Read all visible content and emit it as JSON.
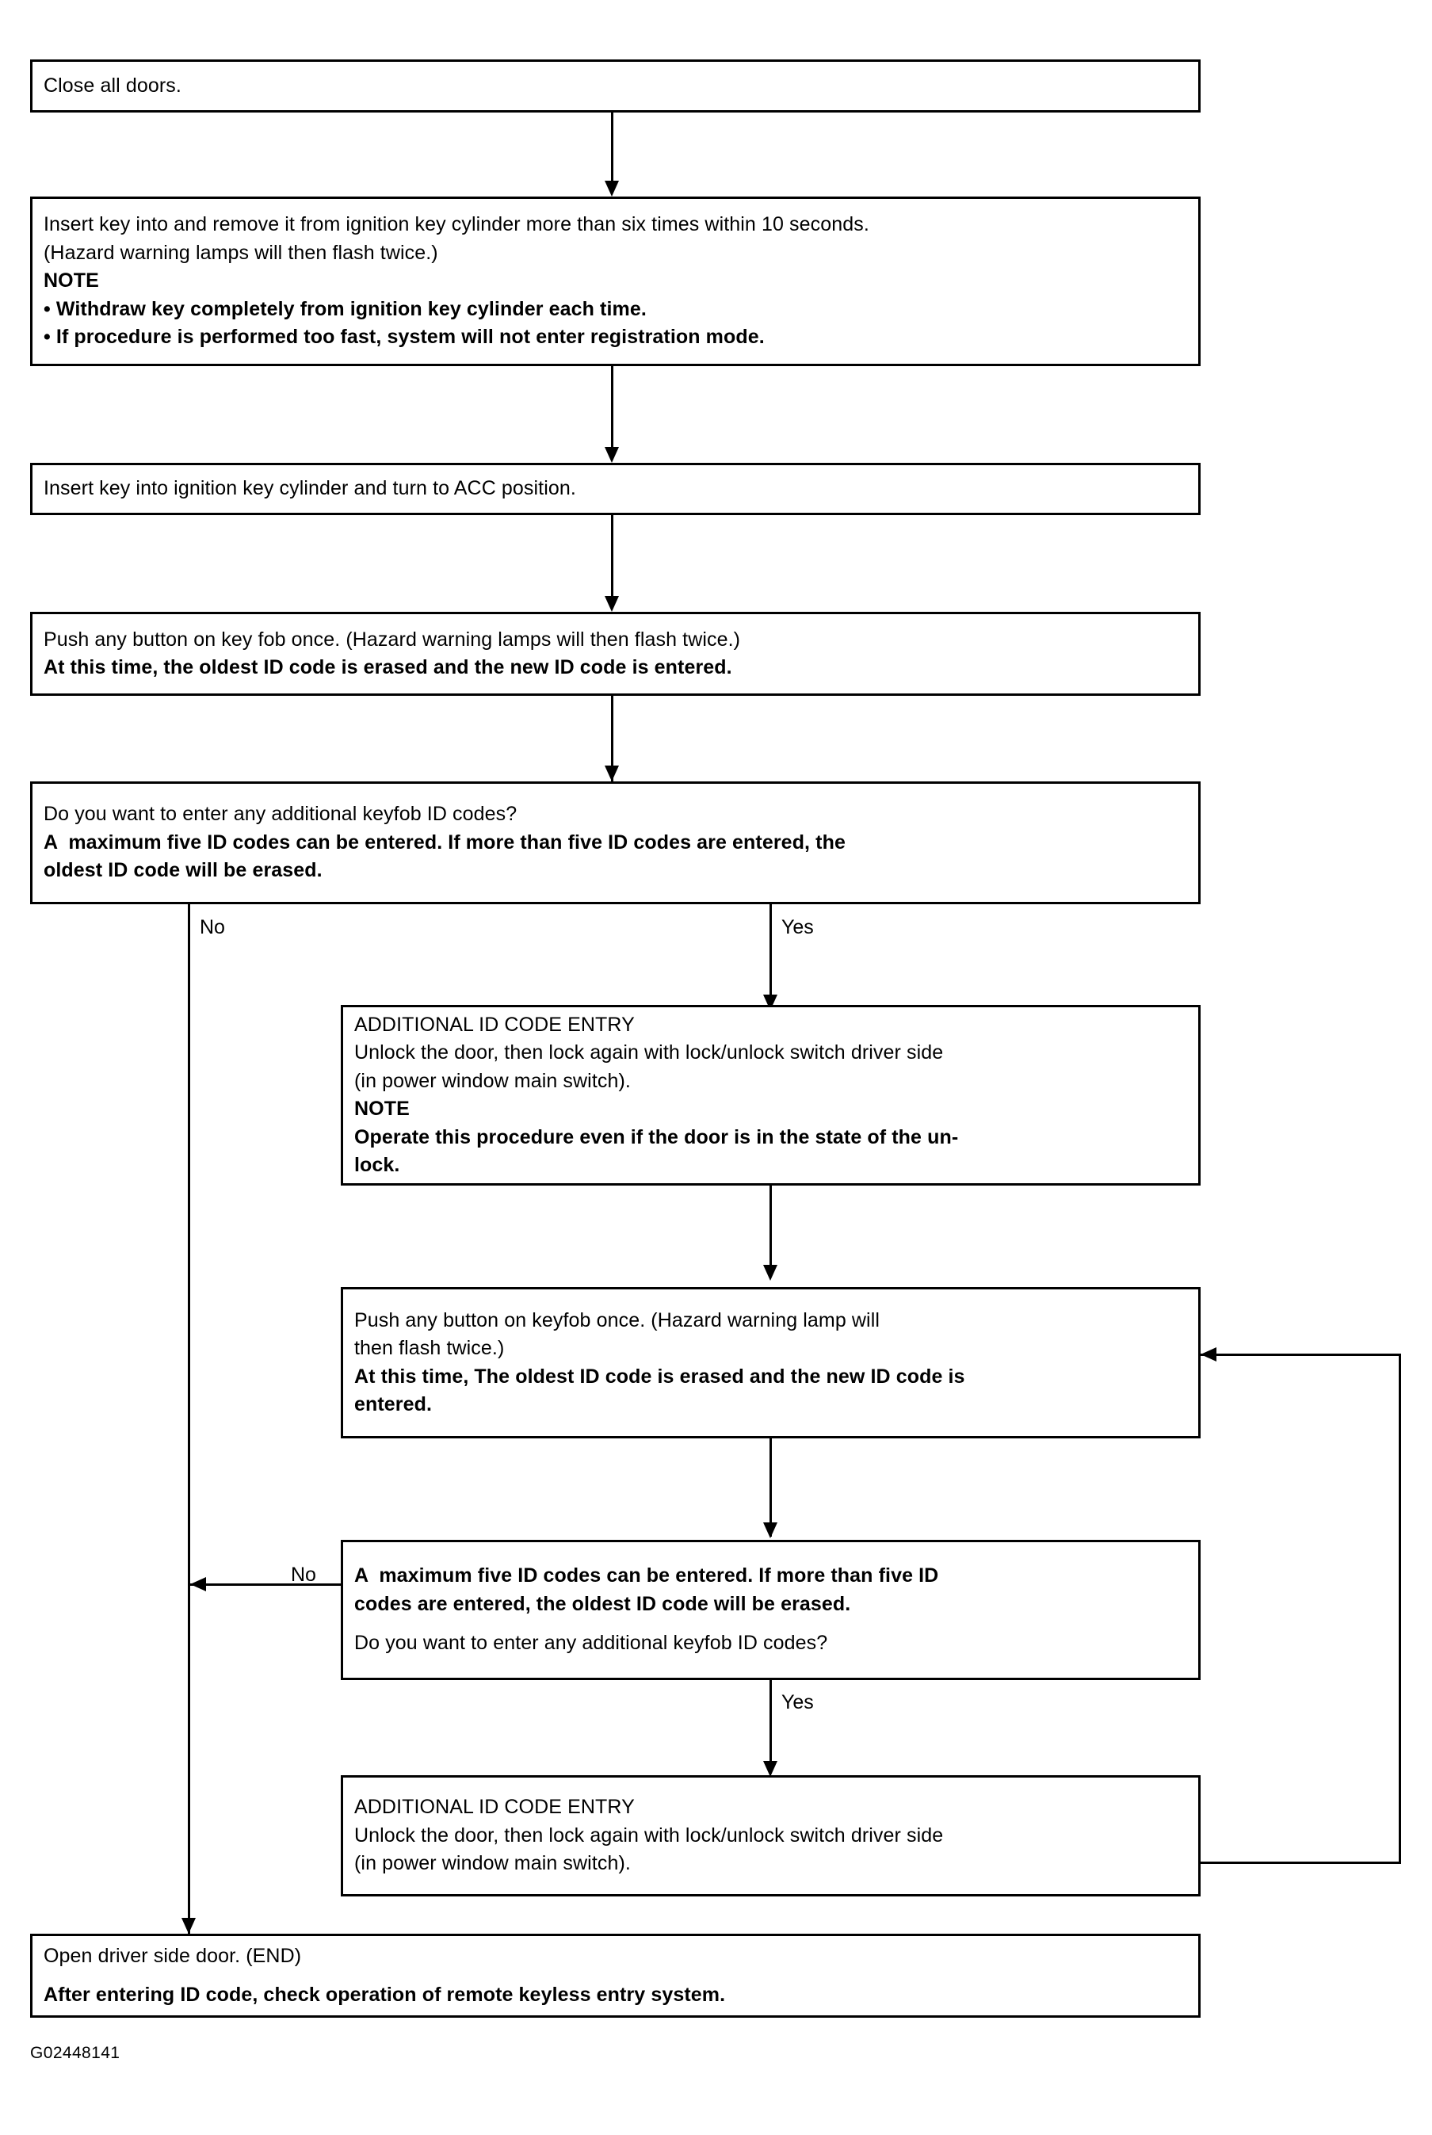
{
  "figure": {
    "id_code": "G02448141",
    "type": "flowchart",
    "title": "Keyfob ID code registration procedure"
  },
  "nodes": {
    "close_doors": {
      "lines": [
        {
          "text": "Close all doors.",
          "bold": false
        }
      ]
    },
    "insert_remove_key": {
      "lines": [
        {
          "text": "Insert key into and remove it from ignition key cylinder more than six times within 10 seconds.",
          "bold": false
        },
        {
          "text": "(Hazard warning lamps will then flash twice.)",
          "bold": false
        },
        {
          "text": "NOTE",
          "bold": true
        },
        {
          "text": "• Withdraw key completely from ignition key cylinder each time.",
          "bold": true
        },
        {
          "text": "• If procedure is performed too fast, system will not enter registration mode.",
          "bold": true
        }
      ]
    },
    "turn_acc": {
      "lines": [
        {
          "text": "Insert key into ignition key cylinder and turn to ACC position.",
          "bold": false
        }
      ]
    },
    "push_button_first": {
      "lines": [
        {
          "text": "Push any button on key fob once. (Hazard warning lamps will then flash twice.)",
          "bold": false
        },
        {
          "text": "At this time, the oldest ID code is erased and the new ID code is entered.",
          "bold": true
        }
      ]
    },
    "decision_first": {
      "lines": [
        {
          "text": "Do you want to enter any additional keyfob ID codes?",
          "bold": false
        },
        {
          "text": "A  maximum five ID codes can be entered. If more than five ID codes are entered, the",
          "bold": true
        },
        {
          "text": "oldest ID code will be erased.",
          "bold": true
        }
      ]
    },
    "additional_entry_first": {
      "lines": [
        {
          "text": "ADDITIONAL ID CODE ENTRY",
          "bold": false
        },
        {
          "text": "Unlock the door, then lock again with lock/unlock switch driver side",
          "bold": false
        },
        {
          "text": "(in power window main switch).",
          "bold": false
        },
        {
          "text": "NOTE",
          "bold": true
        },
        {
          "text": "Operate this procedure even if the door is in the state of the un-",
          "bold": true
        },
        {
          "text": "lock.",
          "bold": true
        }
      ]
    },
    "push_button_second": {
      "lines": [
        {
          "text": "Push any button on keyfob once. (Hazard warning lamp will",
          "bold": false
        },
        {
          "text": "then flash twice.)",
          "bold": false
        },
        {
          "text": "At this time, The oldest ID code is erased and the new ID code is",
          "bold": true
        },
        {
          "text": "entered.",
          "bold": true
        }
      ]
    },
    "decision_second": {
      "lines": [
        {
          "text": "A  maximum five ID codes can be entered. If more than five ID",
          "bold": true
        },
        {
          "text": "codes are entered, the oldest ID code will be erased.",
          "bold": true
        },
        {
          "text": "Do you want to enter any additional keyfob ID codes?",
          "bold": false
        }
      ]
    },
    "additional_entry_second": {
      "lines": [
        {
          "text": "ADDITIONAL ID CODE ENTRY",
          "bold": false
        },
        {
          "text": "Unlock the door, then lock again with lock/unlock switch driver side",
          "bold": false
        },
        {
          "text": "(in power window main switch).",
          "bold": false
        }
      ]
    },
    "end_node": {
      "lines": [
        {
          "text": "Open driver side door. (END)",
          "bold": false
        },
        {
          "text": "After entering ID code, check operation of remote keyless entry system.",
          "bold": true
        }
      ]
    }
  },
  "branch_labels": {
    "first_no": "No",
    "first_yes": "Yes",
    "second_no": "No",
    "second_yes": "Yes"
  },
  "colors": {
    "line": "#000000",
    "background": "#ffffff",
    "text": "#000000"
  }
}
